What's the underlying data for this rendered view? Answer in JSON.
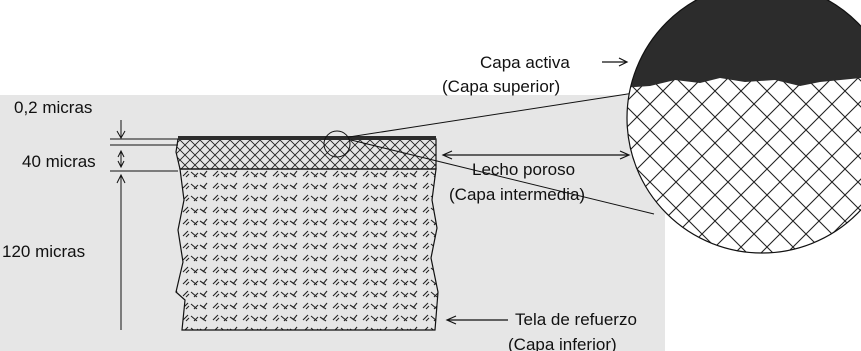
{
  "dimensions": {
    "top_thickness": "0,2 micras",
    "middle_thickness": "40 micras",
    "bottom_thickness": "120 micras"
  },
  "layers": {
    "active": {
      "line1": "Capa activa",
      "line2": "(Capa superior)"
    },
    "porous": {
      "line1": "Lecho poroso",
      "line2": "(Capa intermedia)"
    },
    "fabric": {
      "line1": "Tela de refuerzo",
      "line2": "(Capa inferior)"
    }
  },
  "colors": {
    "page_background": "#ffffff",
    "paper": "#e6e6e6",
    "ink": "#111111",
    "active_layer": "#2c2c2c"
  }
}
